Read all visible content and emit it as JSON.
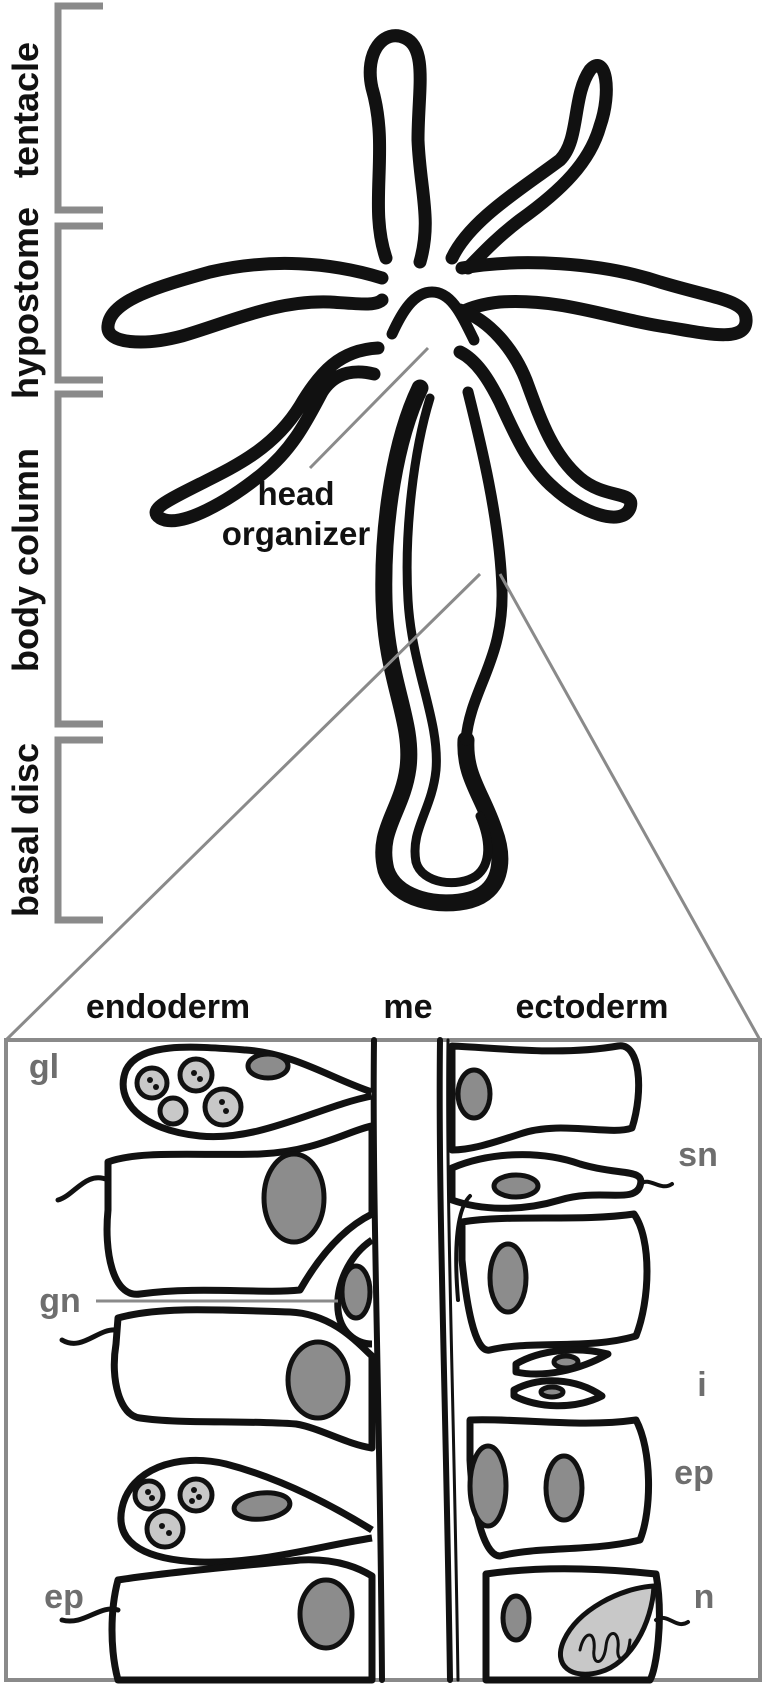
{
  "regions": {
    "tentacle": "tentacle",
    "hypostome": "hypostome",
    "body_column": "body column",
    "basal_disc": "basal disc"
  },
  "head_organizer": {
    "line1": "head",
    "line2": "organizer"
  },
  "tissue_layers": {
    "endoderm": "endoderm",
    "mesoglea": "me",
    "ectoderm": "ectoderm"
  },
  "cell_labels": {
    "gland": "gl",
    "ganglion_neuron": "gn",
    "endo_epithelial": "ep",
    "sensory_neuron": "sn",
    "interstitial": "i",
    "ecto_epithelial": "ep",
    "nematocyte": "n"
  },
  "colors": {
    "outline": "#111111",
    "bracket": "#8a8a8a",
    "nucleus": "#8c8c8c",
    "gland_granule": "#c8c8c8",
    "label_gray": "#6e6e6e"
  }
}
